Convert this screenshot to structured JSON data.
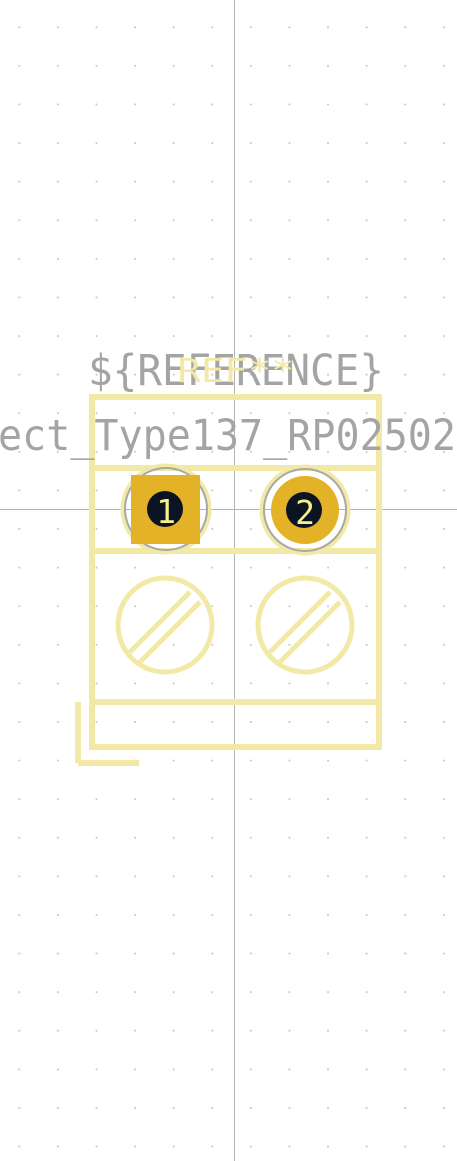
{
  "labels": {
    "reference": "${REFERENCE}",
    "ref_designator": "REF**",
    "value": "ect_Type137_RP02502"
  },
  "pads": [
    {
      "number": "1",
      "shape": "square"
    },
    {
      "number": "2",
      "shape": "circle"
    }
  ],
  "colors": {
    "background": "#ffffff",
    "grid_dot": "#c9c9c9",
    "crosshair": "#b4b4b4",
    "silkscreen": "#f2e9a6",
    "pad_copper": "#e3b227",
    "drill_hole": "#0c1424",
    "pad_outline": "#a8a8a8",
    "text_gray": "#a4a4a4",
    "pad_number": "#f5f08a"
  }
}
